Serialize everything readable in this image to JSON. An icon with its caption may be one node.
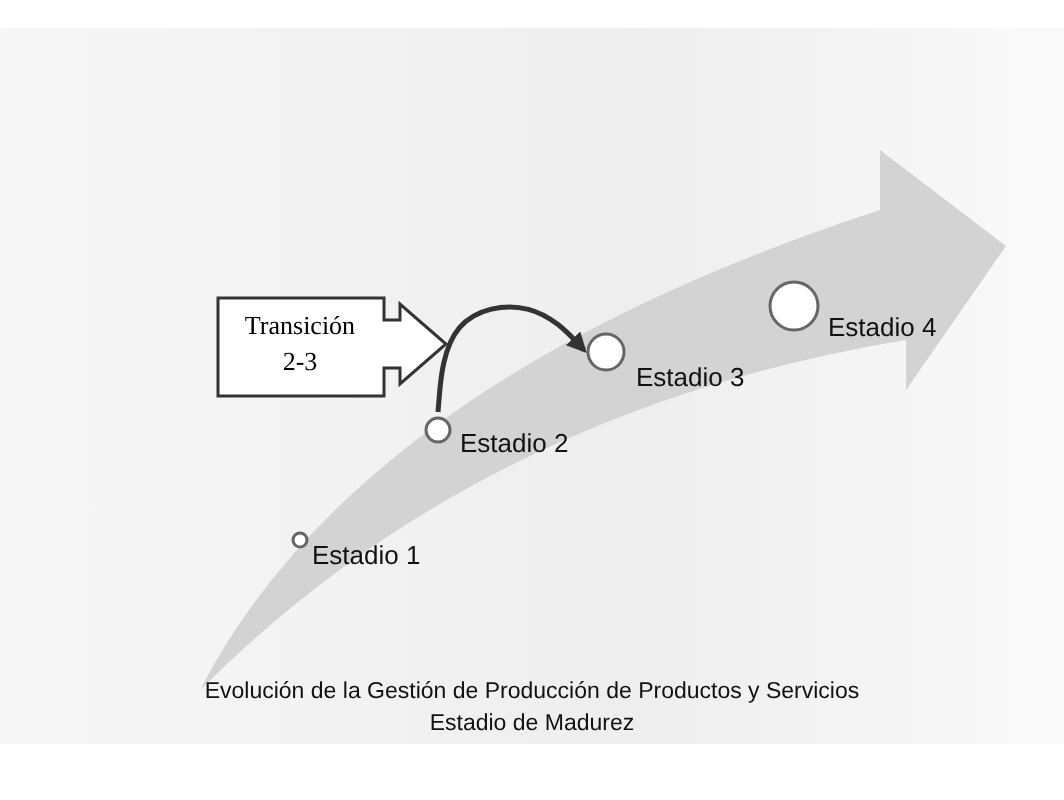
{
  "diagram": {
    "nodes": [
      {
        "text": [
          "Transición 2-3"
        ]
      },
      {
        "text": [],
        "shape": "circle",
        "beside": [
          "Estadio 1"
        ]
      },
      {
        "text": [],
        "shape": "circle",
        "beside": [
          "Estadio 2"
        ]
      },
      {
        "text": [],
        "shape": "circle",
        "beside": [
          "Estadio 3"
        ]
      },
      {
        "text": [],
        "shape": "circle",
        "beside": [
          "Estadio 4"
        ]
      }
    ],
    "edges": [
      {
        "from": 2,
        "to": 3,
        "arrow": "to"
      }
    ],
    "labels": [
      "Evolución de la Gestión de Producción de Productos y Servicios",
      "Estadio de Madurez"
    ]
  }
}
